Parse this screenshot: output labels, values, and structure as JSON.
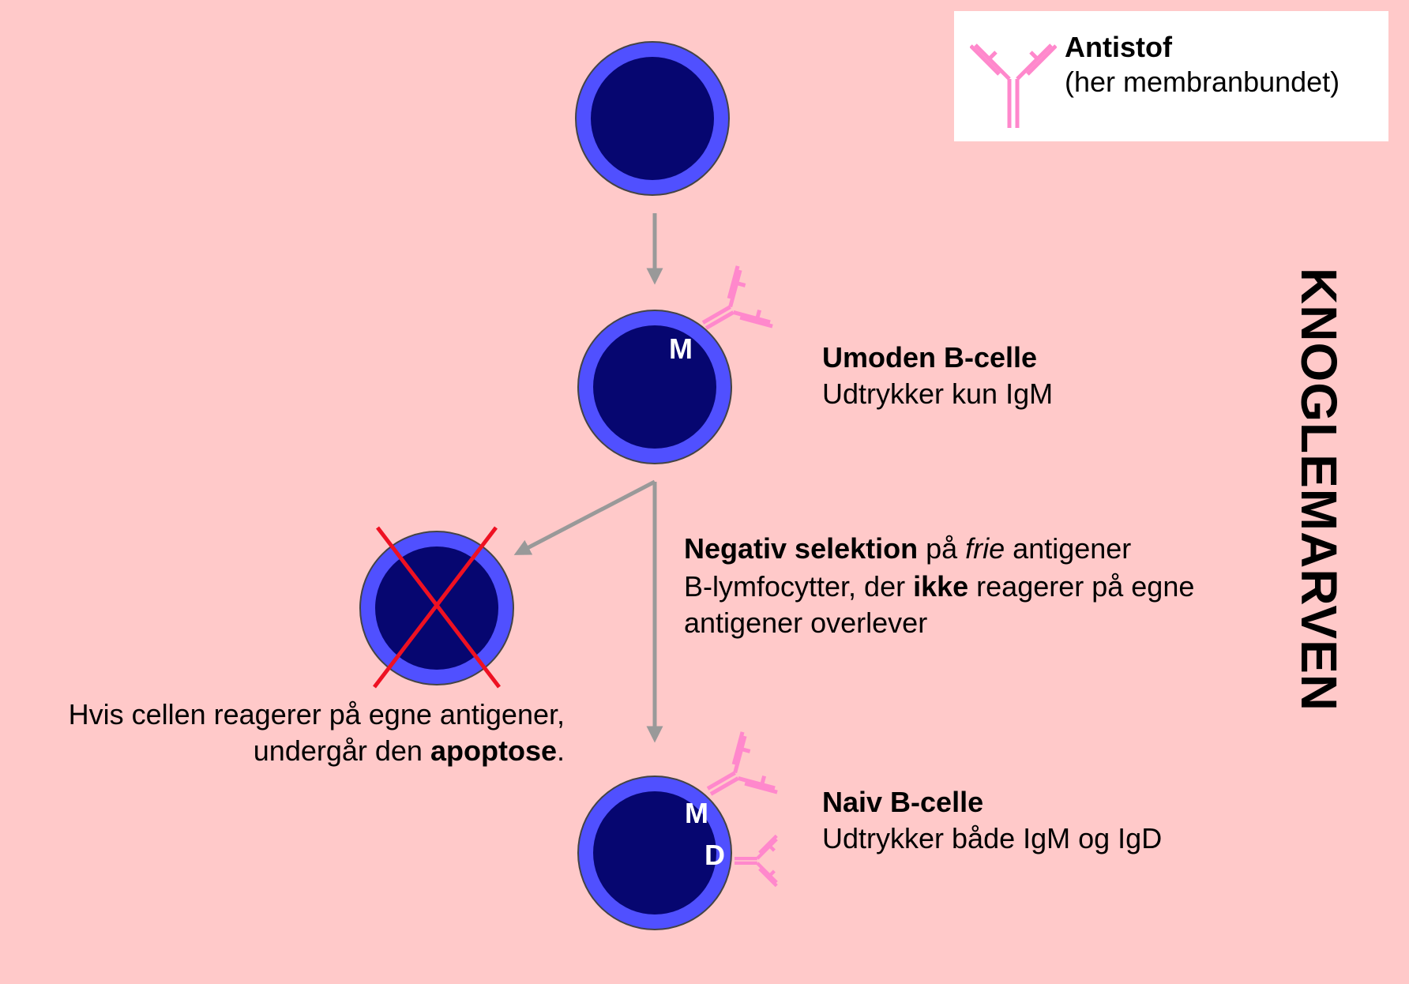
{
  "legend": {
    "title": "Antistof",
    "subtitle": "(her membranbundet)"
  },
  "region_label": "KNOGLEMARVEN",
  "immature": {
    "title": "Umoden B-celle",
    "desc": "Udtrykker kun IgM",
    "marker": "M"
  },
  "selection": {
    "bold1": "Negativ selektion",
    "mid1": " på ",
    "italic1": "frie",
    "end1": " antigener",
    "line2_a": "B-lymfocytter, der ",
    "line2_bold": "ikke",
    "line2_b": " reagerer på egne",
    "line3": "antigener overlever"
  },
  "apoptosis": {
    "line1": "Hvis cellen reagerer på egne antigener,",
    "line2_a": "undergår den ",
    "line2_bold": "apoptose",
    "line2_b": "."
  },
  "naive": {
    "title": "Naiv B-celle",
    "desc": "Udtrykker både IgM og IgD",
    "marker_m": "M",
    "marker_d": "D"
  },
  "colors": {
    "background": "#ffc9c9",
    "cell_outer": "#5050ff",
    "cell_inner": "#060670",
    "antibody": "#ff88cc",
    "arrow": "#999999",
    "cross": "#ee1122"
  }
}
